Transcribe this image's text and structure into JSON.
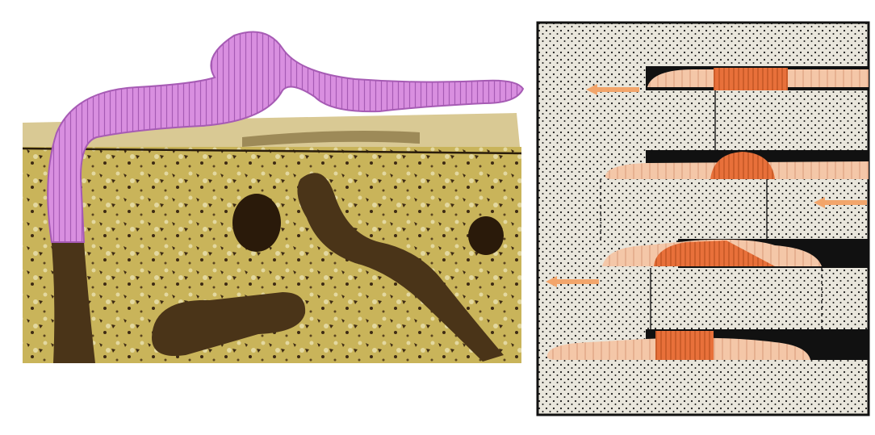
{
  "figure": {
    "panels": [
      "earthworm-on-soil-surface",
      "earthworm-locomotion-sequence"
    ],
    "colors": {
      "background": "#ffffff",
      "worm_pink": "#d98fe0",
      "worm_pink_dark": "#a65bb4",
      "topsoil": "#d9c994",
      "soil": "#c9b45a",
      "soil_dark": "#3d2a14",
      "burrow": "#4a3418",
      "sand_bg": "#e9e6dc",
      "sand_dot": "#1a1a1a",
      "tunnel": "#111111",
      "worm_light": "#f4c7a8",
      "worm_band": "#e8703a",
      "arrow": "#f2a56b"
    },
    "locomotion_stages": [
      {
        "stage": 1,
        "arrow_direction": "left"
      },
      {
        "stage": 2,
        "arrow_direction": "left"
      },
      {
        "stage": 3,
        "arrow_direction": "left"
      },
      {
        "stage": 4,
        "arrow_direction": "none"
      }
    ]
  }
}
